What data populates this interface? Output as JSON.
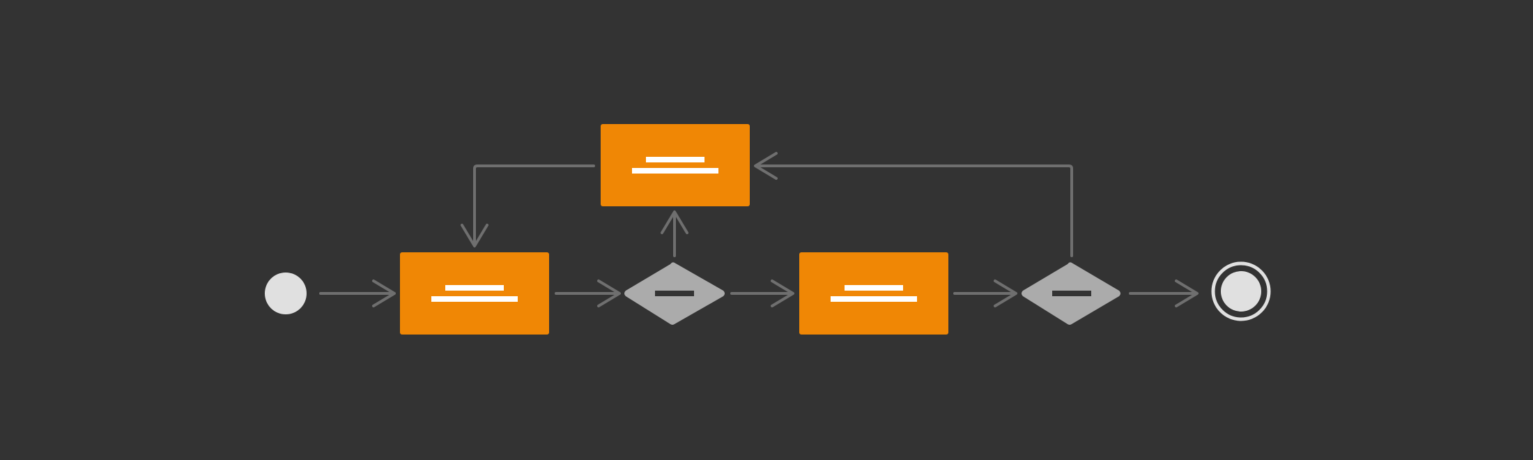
{
  "diagram": {
    "type": "activity-flowchart",
    "colors": {
      "background": "#333333",
      "action": "#F08705",
      "decision": "#ABABAB",
      "connector": "#6F6F6F",
      "terminal": "#E0E0E0",
      "placeholder_on_action": "#FFFFFF",
      "placeholder_on_decision": "#333333"
    },
    "nodes": [
      {
        "id": "start",
        "kind": "initial-node",
        "label": ""
      },
      {
        "id": "action-1",
        "kind": "action",
        "label": ""
      },
      {
        "id": "decision-1",
        "kind": "decision",
        "label": ""
      },
      {
        "id": "action-2",
        "kind": "action",
        "label": ""
      },
      {
        "id": "action-3",
        "kind": "action",
        "label": ""
      },
      {
        "id": "decision-2",
        "kind": "decision",
        "label": ""
      },
      {
        "id": "end",
        "kind": "final-node",
        "label": ""
      }
    ],
    "edges": [
      {
        "from": "start",
        "to": "action-1"
      },
      {
        "from": "action-1",
        "to": "decision-1"
      },
      {
        "from": "decision-1",
        "to": "action-3"
      },
      {
        "from": "decision-1",
        "to": "action-2"
      },
      {
        "from": "action-2",
        "to": "action-1"
      },
      {
        "from": "action-3",
        "to": "decision-2"
      },
      {
        "from": "decision-2",
        "to": "end"
      },
      {
        "from": "decision-2",
        "to": "action-2"
      }
    ]
  }
}
